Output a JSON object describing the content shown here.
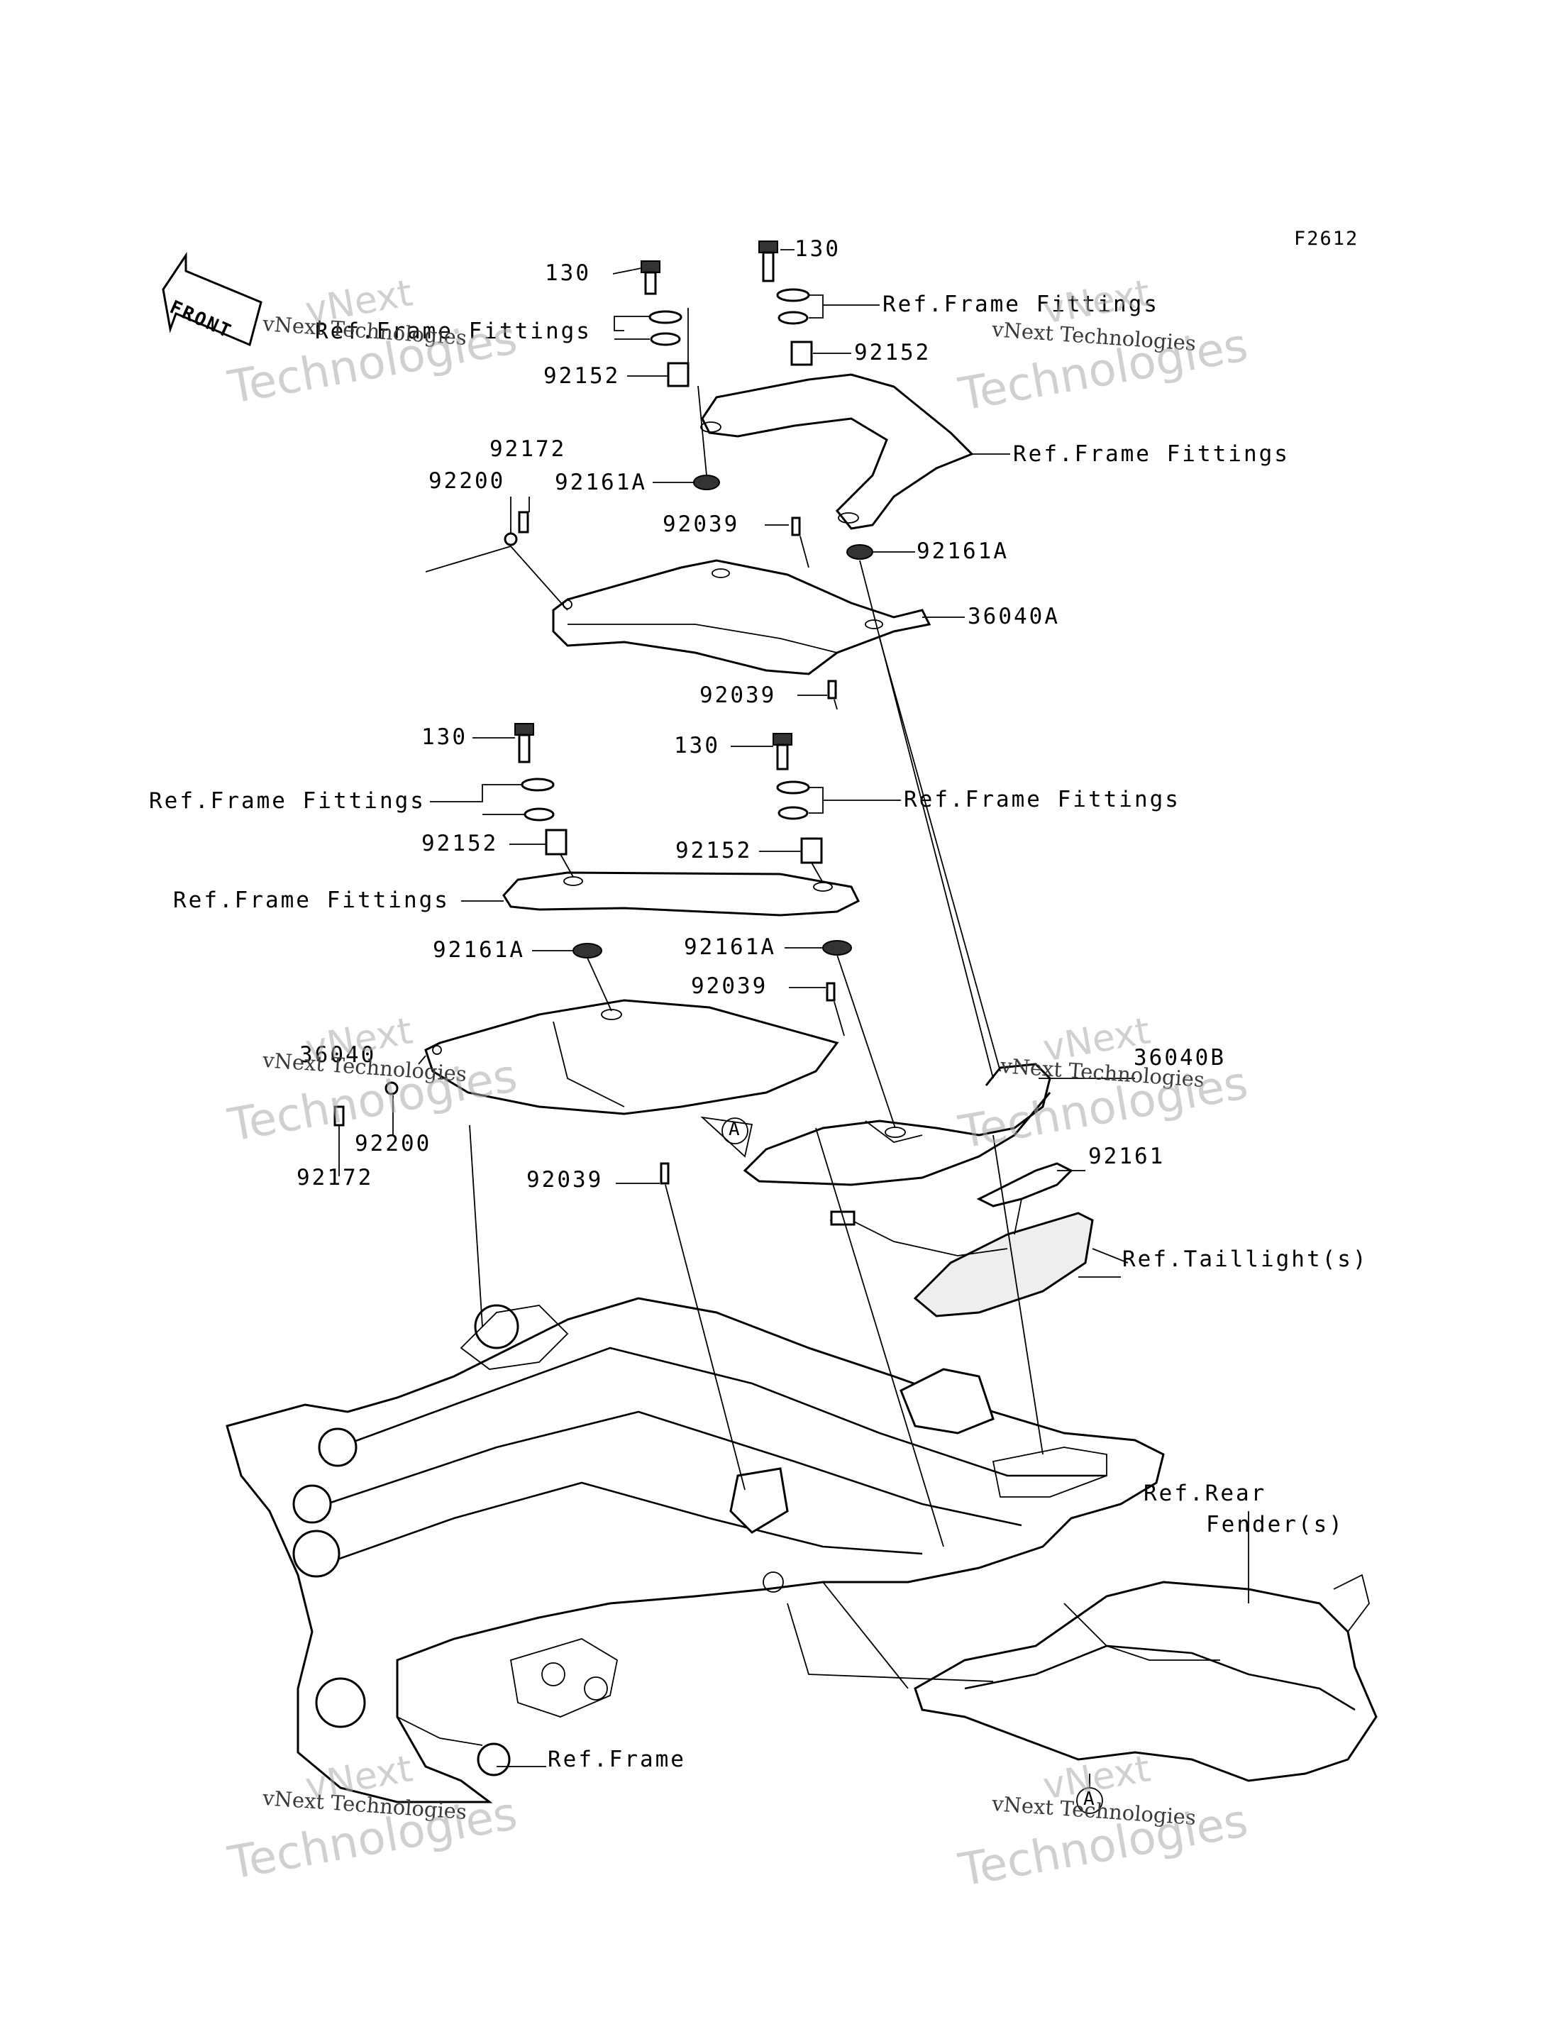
{
  "figure_code": "F2612",
  "front_label": "FRONT",
  "ref_a": "A",
  "callouts": [
    {
      "id": "c1",
      "text": "130"
    },
    {
      "id": "c2",
      "text": "130"
    },
    {
      "id": "c3",
      "text": "Ref.Frame Fittings"
    },
    {
      "id": "c4",
      "text": "Ref.Frame Fittings"
    },
    {
      "id": "c5",
      "text": "92152"
    },
    {
      "id": "c6",
      "text": "92152"
    },
    {
      "id": "c7",
      "text": "Ref.Frame Fittings"
    },
    {
      "id": "c8",
      "text": "92172"
    },
    {
      "id": "c9",
      "text": "92200"
    },
    {
      "id": "c10",
      "text": "92161A"
    },
    {
      "id": "c11",
      "text": "92039"
    },
    {
      "id": "c12",
      "text": "92161A"
    },
    {
      "id": "c13",
      "text": "36040A"
    },
    {
      "id": "c14",
      "text": "92039"
    },
    {
      "id": "c15",
      "text": "130"
    },
    {
      "id": "c16",
      "text": "130"
    },
    {
      "id": "c17",
      "text": "Ref.Frame Fittings"
    },
    {
      "id": "c18",
      "text": "Ref.Frame Fittings"
    },
    {
      "id": "c19",
      "text": "92152"
    },
    {
      "id": "c20",
      "text": "92152"
    },
    {
      "id": "c21",
      "text": "Ref.Frame Fittings"
    },
    {
      "id": "c22",
      "text": "92161A"
    },
    {
      "id": "c23",
      "text": "92161A"
    },
    {
      "id": "c24",
      "text": "92039"
    },
    {
      "id": "c25",
      "text": "36040"
    },
    {
      "id": "c26",
      "text": "36040B"
    },
    {
      "id": "c27",
      "text": "92200"
    },
    {
      "id": "c28",
      "text": "92172"
    },
    {
      "id": "c29",
      "text": "92039"
    },
    {
      "id": "c30",
      "text": "92161"
    },
    {
      "id": "c31",
      "text": "Ref.Taillight(s)"
    },
    {
      "id": "c32",
      "text": "Ref.Rear"
    },
    {
      "id": "c33",
      "text": "Fender(s)"
    },
    {
      "id": "c34",
      "text": "Ref.Frame"
    }
  ],
  "watermark": {
    "brand": "vNext",
    "line1": "vNext Technologies",
    "line2": "Technologies"
  }
}
